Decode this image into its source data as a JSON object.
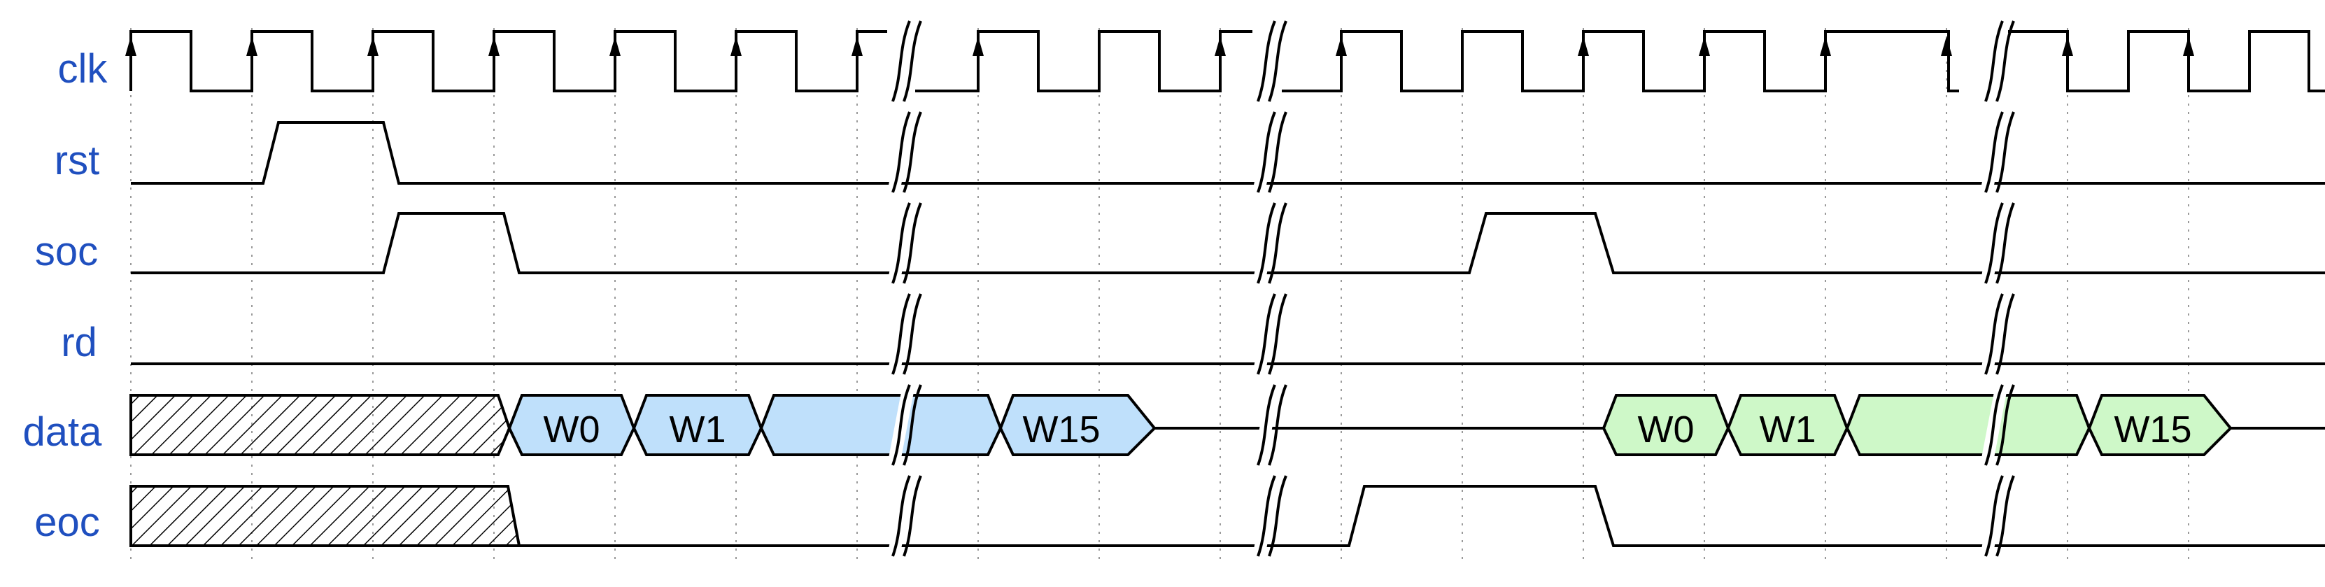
{
  "signals": [
    {
      "name": "clk",
      "type": "clock"
    },
    {
      "name": "rst",
      "type": "wire"
    },
    {
      "name": "soc",
      "type": "wire"
    },
    {
      "name": "rd",
      "type": "wire"
    },
    {
      "name": "data",
      "type": "bus"
    },
    {
      "name": "eoc",
      "type": "wire"
    }
  ],
  "colors": {
    "label": "#1f4fbf",
    "burst_1_fill": "#bfe0fb",
    "burst_2_fill": "#cef8c8",
    "hatch": "#000000",
    "grid": "#9a9a9a"
  },
  "bus_words": {
    "burst_1": [
      "W0",
      "W1",
      "",
      "W15"
    ],
    "burst_2": [
      "W0",
      "W1",
      "",
      "W15"
    ]
  }
}
